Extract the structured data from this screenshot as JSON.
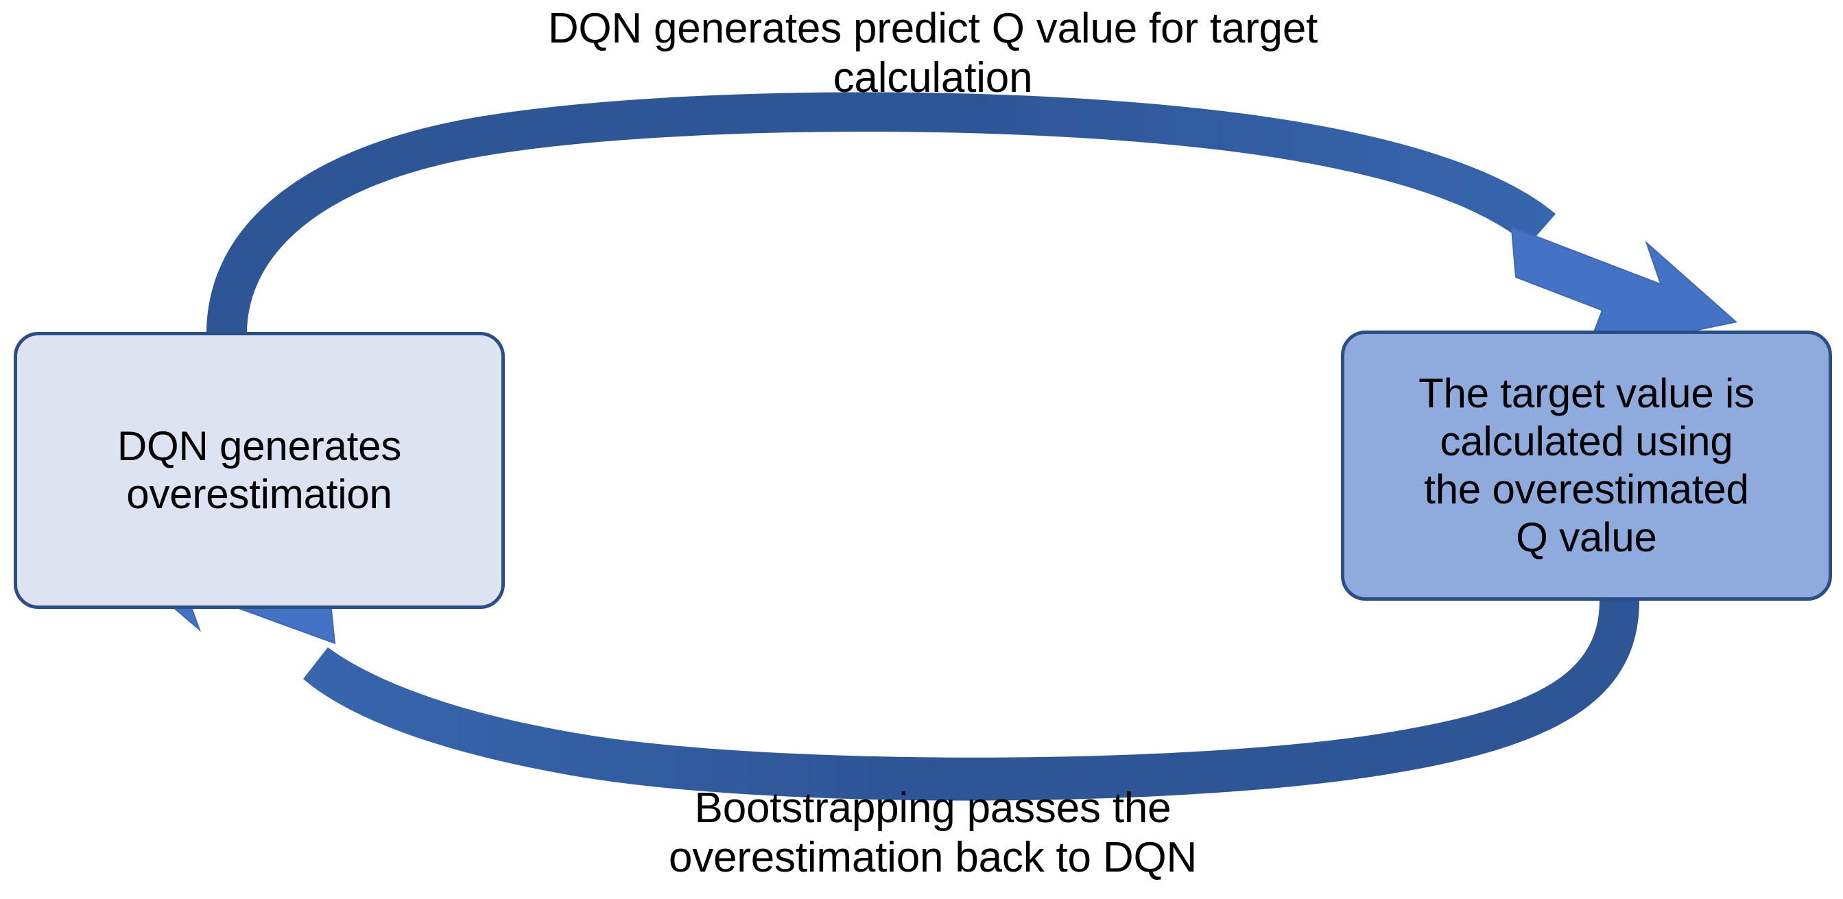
{
  "diagram": {
    "title": "DQN overestimation feedback loop",
    "type": "cycle-diagram",
    "background_color": "#FFFFFF",
    "nodes": [
      {
        "id": "dqn",
        "label": "DQN generates\noverestimation",
        "fill_color": "#DCE3F1",
        "border_color": "#2C4E86",
        "text_color": "#000000"
      },
      {
        "id": "target",
        "label": "The target value is\ncalculated using\nthe overestimated\nQ value",
        "fill_color": "#8FAADC",
        "border_color": "#2C4E86",
        "text_color": "#000000"
      }
    ],
    "edges": [
      {
        "id": "top-arrow",
        "from": "dqn",
        "to": "target",
        "label": "DQN generates predict Q value for target\ncalculation",
        "color": "#2E5596",
        "head_color": "#4472C4",
        "direction": "left-to-right"
      },
      {
        "id": "bottom-arrow",
        "from": "target",
        "to": "dqn",
        "label": "Bootstrapping passes  the\noverestimation back to DQN",
        "color": "#2E5596",
        "head_color": "#4472C4",
        "direction": "right-to-left"
      }
    ]
  }
}
